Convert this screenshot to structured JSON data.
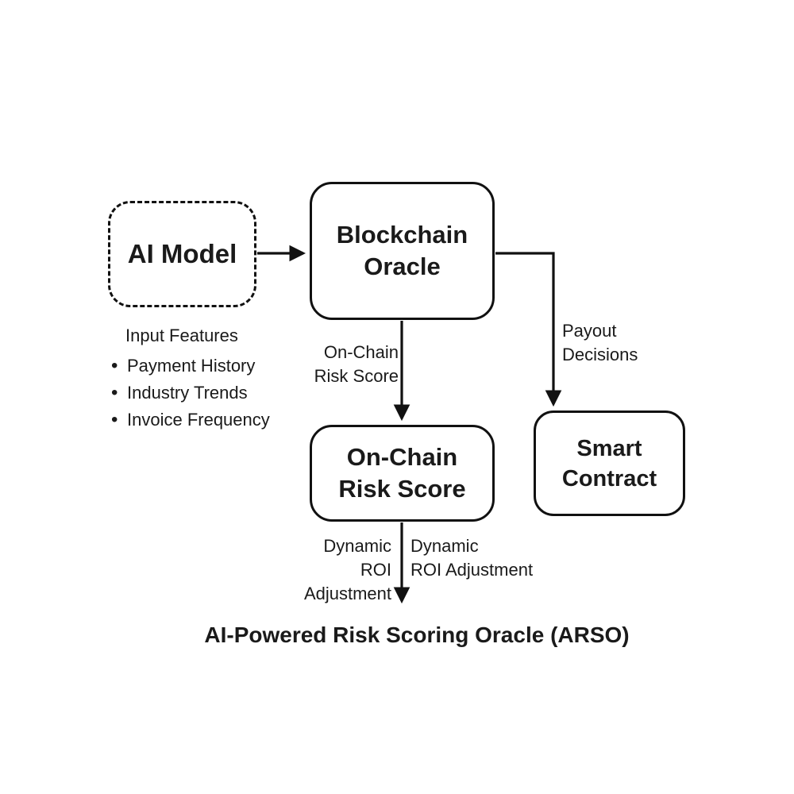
{
  "diagram": {
    "title": "AI-Powered Risk Scoring Oracle (ARSO)",
    "nodes": {
      "ai_model": {
        "lines": [
          "AI Model"
        ]
      },
      "blockchain_oracle": {
        "lines": [
          "Blockchain",
          "Oracle"
        ]
      },
      "on_chain_risk_score": {
        "lines": [
          "On-Chain",
          "Risk Score"
        ]
      },
      "smart_contract": {
        "lines": [
          "Smart",
          "Contract"
        ]
      }
    },
    "input_features": {
      "header": "Input Features",
      "bullets": [
        "Payment History",
        "Industry Trends",
        "Invoice Frequency"
      ]
    },
    "edge_labels": {
      "on_chain_risk_score": {
        "lines": [
          "On-Chain",
          "Risk Score"
        ]
      },
      "payout_decisions": {
        "lines": [
          "Payout",
          "Decisions"
        ]
      },
      "dynamic_roi_left": {
        "lines": [
          "Dynamic",
          "ROI",
          "Adjustment"
        ]
      },
      "dynamic_roi_right": {
        "lines": [
          "Dynamic",
          "ROI Adjustment"
        ]
      }
    },
    "colors": {
      "ink": "#1a1a1a",
      "line": "#111111",
      "background": "#ffffff"
    }
  }
}
